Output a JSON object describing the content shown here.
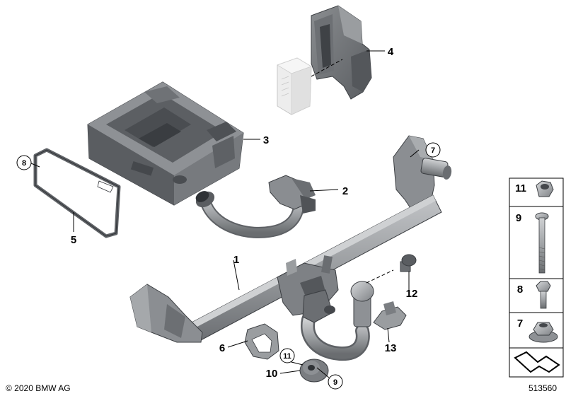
{
  "callouts": {
    "c1": "1",
    "c2": "2",
    "c3": "3",
    "c4": "4",
    "c5": "5",
    "c6": "6",
    "c7": "7",
    "c8": "8",
    "c9": "9",
    "c10": "10",
    "c11": "11",
    "c12": "12",
    "c13": "13"
  },
  "legend": {
    "items": [
      {
        "label": "11",
        "icon": "hex-nut-icon"
      },
      {
        "label": "9",
        "icon": "long-bolt-icon"
      },
      {
        "label": "8",
        "icon": "short-bolt-icon"
      },
      {
        "label": "7",
        "icon": "flange-nut-icon"
      }
    ],
    "arrow_icon": "direction-arrow-icon"
  },
  "footer": {
    "copyright": "© 2020 BMW AG",
    "diagram_number": "513560"
  },
  "colors": {
    "part_light": "#b9bbbe",
    "part_mid": "#8e9194",
    "part_dark": "#5f6266",
    "part_darker": "#45484c",
    "ghost": "#e4e4e4",
    "line": "#000000"
  }
}
